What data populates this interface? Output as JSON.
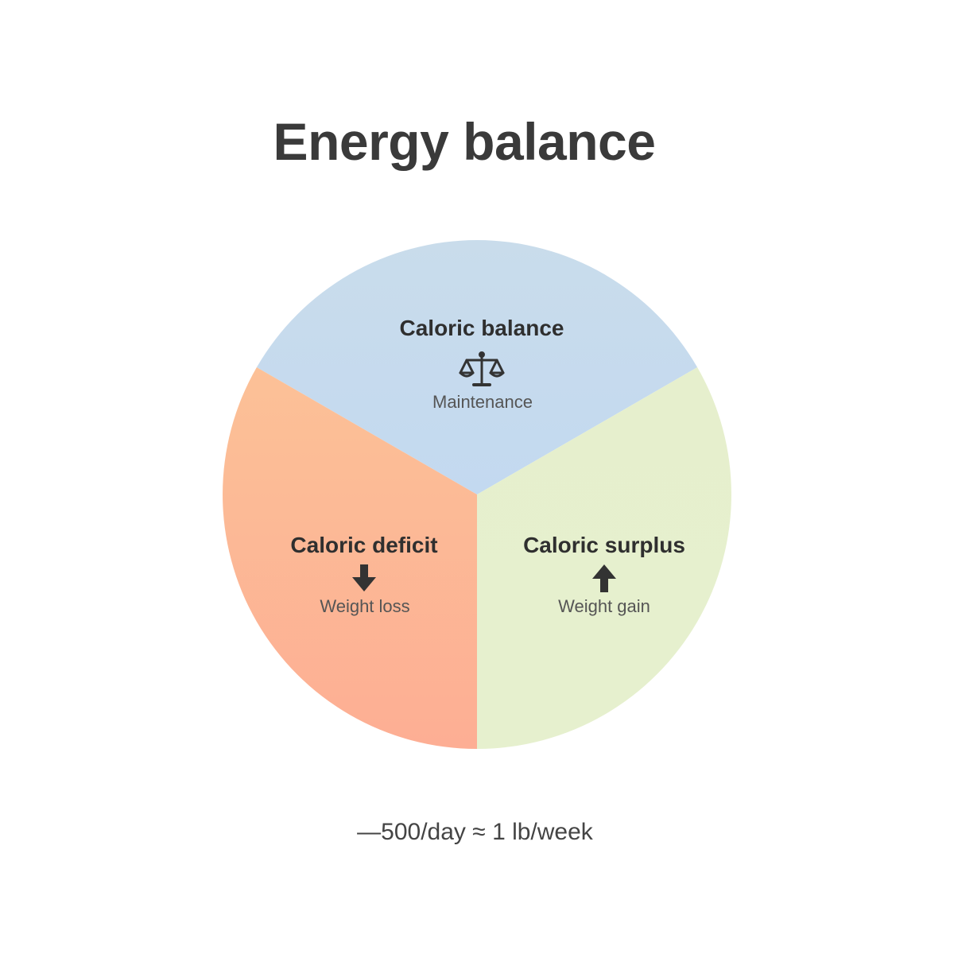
{
  "title": "Energy balance",
  "segments": [
    {
      "key": "balance",
      "title": "Caloric balance",
      "subtitle": "Maintenance",
      "icon": "scale-icon",
      "color_top": "#c9dceb",
      "color_bottom": "#c3d9f0"
    },
    {
      "key": "deficit",
      "title": "Caloric deficit",
      "subtitle": "Weight loss",
      "icon": "arrow-down-icon",
      "color_top": "#fcc197",
      "color_bottom": "#fdae94"
    },
    {
      "key": "surplus",
      "title": "Caloric surplus",
      "subtitle": "Weight gain",
      "icon": "arrow-up-icon",
      "color_top": "#e6efcd",
      "color_bottom": "#e6f0ce"
    }
  ],
  "footnote": "—500/day ≈ 1 lb/week",
  "colors": {
    "text": "#333333",
    "icon": "#333333"
  }
}
